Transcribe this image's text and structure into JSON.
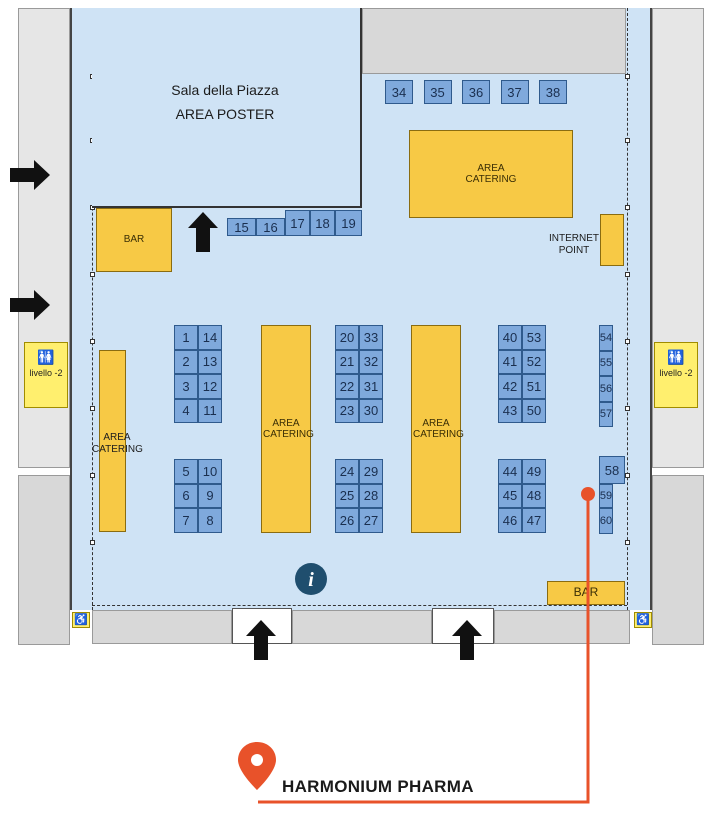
{
  "hall": {
    "sala_title": "Sala della Piazza",
    "sala_subtitle": "AREA POSTER"
  },
  "booths_top": [
    "34",
    "35",
    "36",
    "37",
    "38"
  ],
  "booths_mid": [
    "15",
    "16",
    "17",
    "18",
    "19"
  ],
  "booths_a": [
    "1",
    "14",
    "2",
    "13",
    "3",
    "12",
    "4",
    "11"
  ],
  "booths_b": [
    "5",
    "10",
    "6",
    "9",
    "7",
    "8"
  ],
  "booths_c": [
    "20",
    "33",
    "21",
    "32",
    "22",
    "31",
    "23",
    "30"
  ],
  "booths_d": [
    "24",
    "29",
    "25",
    "28",
    "26",
    "27"
  ],
  "booths_e": [
    "40",
    "53",
    "41",
    "52",
    "42",
    "51",
    "43",
    "50"
  ],
  "booths_f": [
    "44",
    "49",
    "45",
    "48",
    "46",
    "47"
  ],
  "booths_right": [
    "54",
    "55",
    "56",
    "57"
  ],
  "booths_right_low": [
    "58",
    "59",
    "60"
  ],
  "areas": {
    "bar_left": "BAR",
    "bar_right": "BAR",
    "catering": "AREA CATERING",
    "internet": "INTERNET POINT"
  },
  "lifts": {
    "left": "livello -2",
    "right": "livello -2"
  },
  "info_icon": "info-icon",
  "marker": {
    "label": "HARMONIUM PHARMA",
    "color": "#e8522a"
  },
  "colors": {
    "hall": "#cfe3f5",
    "booth": "#7fa9dc",
    "catering": "#f7c945",
    "marker": "#e8522a"
  }
}
